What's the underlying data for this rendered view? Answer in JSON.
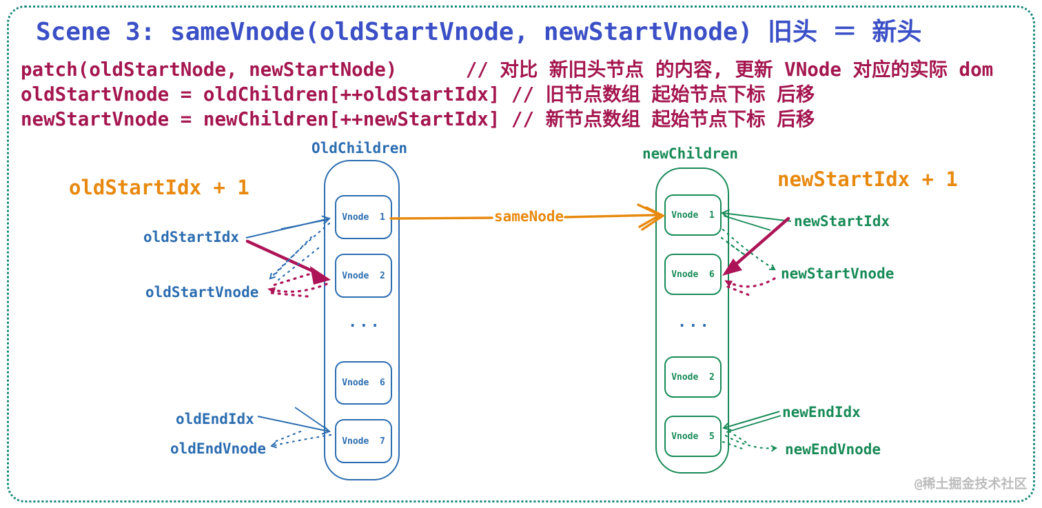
{
  "title": "Scene 3: sameVnode(oldStartVnode, newStartVnode) 旧头 ＝ 新头",
  "code_lines": [
    "patch(oldStartNode, newStartNode)      // 对比 新旧头节点 的内容, 更新 VNode 对应的实际 dom",
    "oldStartVnode = oldChildren[++oldStartIdx] // 旧节点数组 起始节点下标 后移",
    "newStartVnode = newChildren[++newStartIdx] // 新节点数组 起始节点下标 后移"
  ],
  "old_column": {
    "header": "OldChildren",
    "boxes": [
      "Vnode  1",
      "Vnode  2",
      "Vnode  6",
      "Vnode  7"
    ],
    "ellipsis": "..."
  },
  "new_column": {
    "header": "newChildren",
    "boxes": [
      "Vnode  1",
      "Vnode  6",
      "Vnode  2",
      "Vnode  5"
    ],
    "ellipsis": "..."
  },
  "pointers": {
    "old_start_idx_plus": "oldStartIdx + 1",
    "old_start_idx": "oldStartIdx",
    "old_start_vnode": "oldStartVnode",
    "old_end_idx": "oldEndIdx",
    "old_end_vnode": "oldEndVnode",
    "new_start_idx_plus": "newStartIdx + 1",
    "new_start_idx": "newStartIdx",
    "new_start_vnode": "newStartVnode",
    "new_end_idx": "newEndIdx",
    "new_end_vnode": "newEndVnode",
    "same_node": "sameNode"
  },
  "watermark": "@稀土掘金技术社区",
  "colors": {
    "border_teal": "#19897b",
    "title_blue": "#3b4fc6",
    "code_crimson": "#a4164f",
    "diagram_blue": "#2b6cb0",
    "diagram_green": "#178a56",
    "accent_orange": "#e8890f",
    "pointer_crimson": "#ad1457",
    "watermark_gray": "#bcbcbc"
  }
}
